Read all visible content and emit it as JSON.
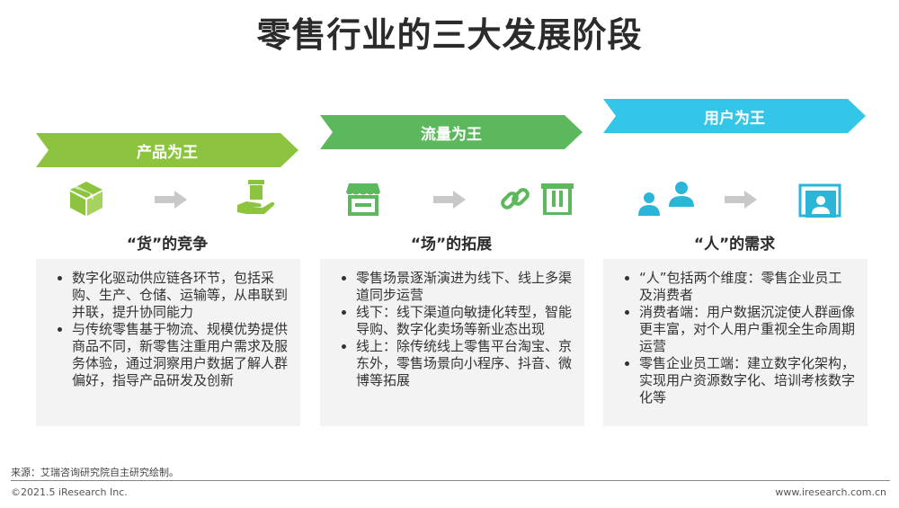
{
  "title": "零售行业的三大发展阶段",
  "colors": {
    "stage1": "#8dc43f",
    "stage2": "#5cb85c",
    "stage3": "#34c6e8",
    "icon_green": "#8dc43f",
    "icon_blue": "#2bb5d9",
    "arrow_gray": "#c8c8c8",
    "box_bg": "#f3f3f3"
  },
  "stages": [
    {
      "banner": "产品为王",
      "heading": "“货”的竞争",
      "icons": [
        "box-icon",
        "arrow-right-icon",
        "hand-product-icon"
      ],
      "bullets": [
        "数字化驱动供应链各环节，包括采购、生产、仓储、运输等，从串联到并联，提升协同能力",
        "与传统零售基于物流、规模优势提供商品不同，新零售注重用户需求及服务体验，通过洞察用户数据了解人群偏好，指导产品研发及创新"
      ]
    },
    {
      "banner": "流量为王",
      "heading": "“场”的拓展",
      "icons": [
        "store-icon",
        "arrow-right-icon",
        "link-icon",
        "storefront-icon"
      ],
      "bullets": [
        "零售场景逐渐演进为线下、线上多渠道同步运营",
        "线下：线下渠道向敏捷化转型，智能导购、数字化卖场等新业态出现",
        "线上：除传统线上零售平台淘宝、京东外，零售场景向小程序、抖音、微博等拓展"
      ]
    },
    {
      "banner": "用户为王",
      "heading": "“人”的需求",
      "icons": [
        "users-icon",
        "arrow-right-icon",
        "profile-screen-icon"
      ],
      "bullets": [
        "“人”包括两个维度：零售企业员工及消费者",
        "消费者端：用户数据沉淀使人群画像更丰富，对个人用户重视全生命周期运营",
        "零售企业员工端：建立数字化架构，实现用户资源数字化、培训考核数字化等"
      ]
    }
  ],
  "footer": {
    "source": "来源：艾瑞咨询研究院自主研究绘制。",
    "copyright": "©2021.5 iResearch Inc.",
    "website": "www.iresearch.com.cn"
  }
}
